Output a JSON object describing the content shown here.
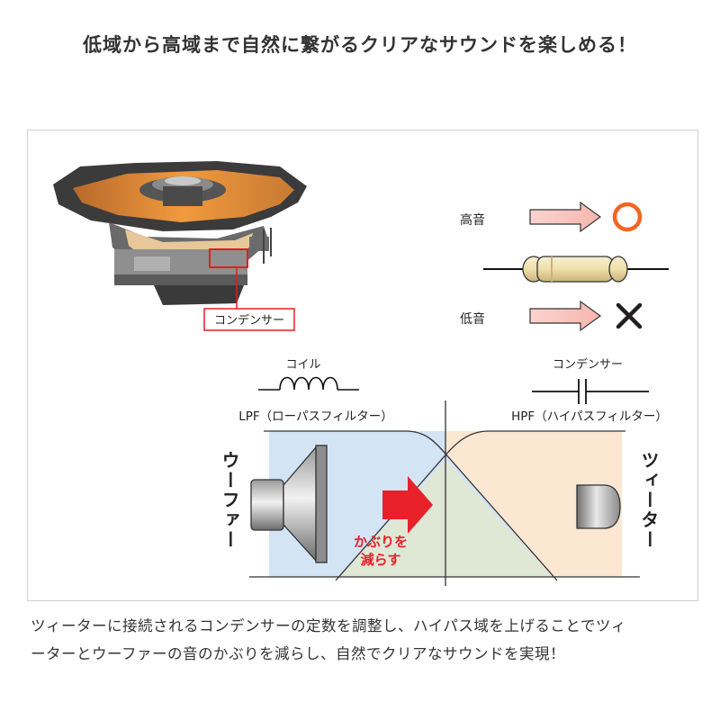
{
  "headline": "低域から高域まで自然に繋がるクリアなサウンドを楽しめる！",
  "speaker": {
    "callout_label": "コンデンサー"
  },
  "filter_legend": {
    "high_label": "高音",
    "low_label": "低音",
    "high_result": "pass",
    "low_result": "block",
    "high_symbol_color": "#f26522",
    "low_symbol_color": "#231f20"
  },
  "crossover": {
    "coil_label": "コイル",
    "capacitor_label": "コンデンサー",
    "lpf_label": "LPF（ローパスフィルター）",
    "hpf_label": "HPF（ハイパスフィルター）",
    "woofer_label": "ウーファー",
    "tweeter_label": "ツィーター",
    "overlap_label_line1": "かぶりを",
    "overlap_label_line2": "減らす",
    "colors": {
      "woofer_region": "#d3e4f5",
      "tweeter_region": "#fbe7d2",
      "overlap_region": "#dfe7d5",
      "arrow": "#e8202a",
      "overlap_text": "#e8202a"
    }
  },
  "caption": {
    "line1": "ツィーターに接続されるコンデンサーの定数を調整し、ハイパス域を上げることでツィ",
    "line2": "ーターとウーファーの音のかぶりを減らし、自然でクリアなサウンドを実現！"
  }
}
